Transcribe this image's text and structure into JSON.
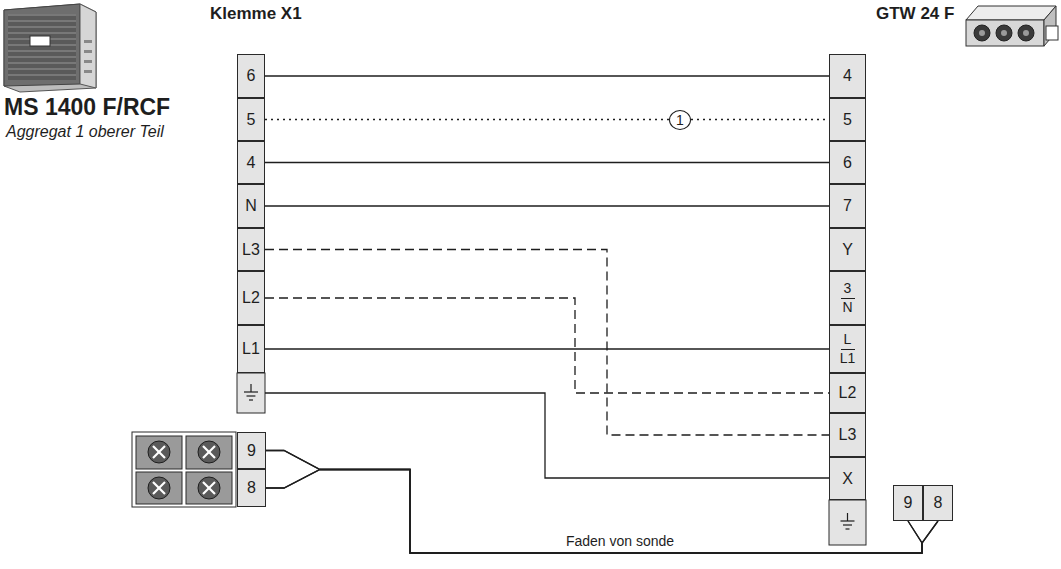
{
  "diagram": {
    "nodes": [
      {
        "text": [
          "6"
        ]
      },
      {
        "text": [
          "5"
        ]
      },
      {
        "text": [
          "4"
        ]
      },
      {
        "text": [
          "N"
        ]
      },
      {
        "text": [
          "L3"
        ]
      },
      {
        "text": [
          "L2"
        ]
      },
      {
        "text": [
          "L1"
        ]
      },
      {
        "text": [
          "4"
        ]
      },
      {
        "text": [
          "5"
        ]
      },
      {
        "text": [
          "6"
        ]
      },
      {
        "text": [
          "7"
        ]
      },
      {
        "text": [
          "Y"
        ]
      },
      {
        "text": [
          "3 N"
        ]
      },
      {
        "text": [
          "L L1"
        ]
      },
      {
        "text": [
          "L2"
        ]
      },
      {
        "text": [
          "L3"
        ]
      },
      {
        "text": [
          "X"
        ]
      },
      {
        "text": [
          "9"
        ]
      },
      {
        "text": [
          "8"
        ]
      },
      {
        "text": [
          "9"
        ]
      },
      {
        "text": [
          "8"
        ]
      }
    ],
    "edges": [
      {
        "from": 0,
        "to": 7,
        "arrow": "none"
      },
      {
        "from": 1,
        "to": 8,
        "arrow": "none",
        "label": "1"
      },
      {
        "from": 2,
        "to": 9,
        "arrow": "none"
      },
      {
        "from": 3,
        "to": 10,
        "arrow": "none"
      },
      {
        "from": 4,
        "to": 15,
        "arrow": "none"
      },
      {
        "from": 5,
        "to": 14,
        "arrow": "none"
      },
      {
        "from": 6,
        "to": 13,
        "arrow": "none"
      },
      {
        "from": 17,
        "to": 19,
        "arrow": "none",
        "label": "Faden von sonde"
      },
      {
        "from": 17,
        "to": 20,
        "arrow": "none"
      },
      {
        "from": 18,
        "to": 19,
        "arrow": "none"
      },
      {
        "from": 18,
        "to": 20,
        "arrow": "none"
      }
    ],
    "labels": [
      "Klemme X1",
      "GTW 24 F",
      "MS 1400 F/RCF",
      "Aggregat 1 oberer Teil"
    ]
  }
}
